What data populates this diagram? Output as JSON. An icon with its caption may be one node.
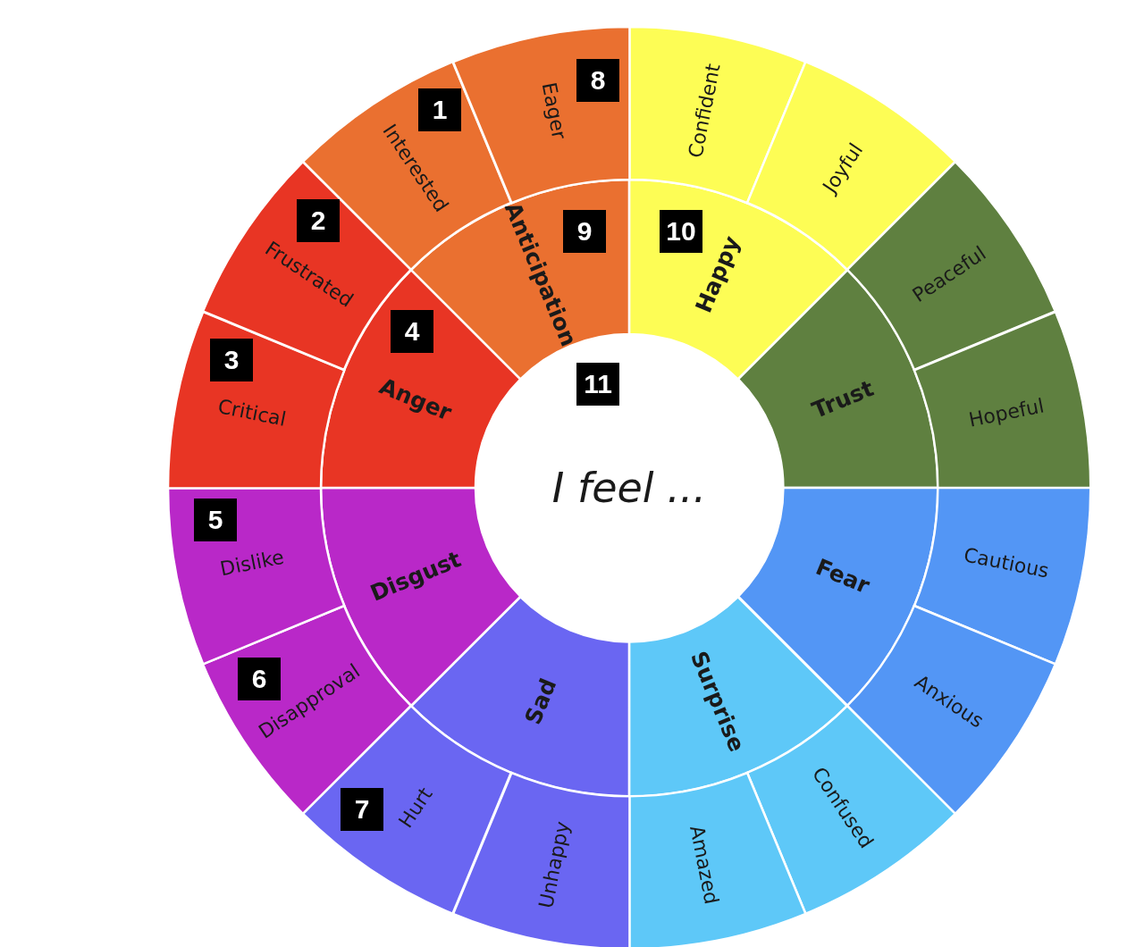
{
  "diagram": {
    "nodes": [
      {
        "text": [
          "I feel ..."
        ]
      },
      {
        "text": [
          "Happy"
        ]
      },
      {
        "text": [
          "Trust"
        ]
      },
      {
        "text": [
          "Fear"
        ]
      },
      {
        "text": [
          "Surprise"
        ]
      },
      {
        "text": [
          "Sad"
        ]
      },
      {
        "text": [
          "Disgust"
        ]
      },
      {
        "text": [
          "Anger"
        ]
      },
      {
        "text": [
          "Anticipation"
        ]
      },
      {
        "text": [
          "Confident"
        ]
      },
      {
        "text": [
          "Joyful"
        ]
      },
      {
        "text": [
          "Peaceful"
        ]
      },
      {
        "text": [
          "Hopeful"
        ]
      },
      {
        "text": [
          "Cautious"
        ]
      },
      {
        "text": [
          "Anxious"
        ]
      },
      {
        "text": [
          "Confused"
        ]
      },
      {
        "text": [
          "Amazed"
        ]
      },
      {
        "text": [
          "Unhappy"
        ]
      },
      {
        "text": [
          "Hurt"
        ]
      },
      {
        "text": [
          "Disapproval"
        ]
      },
      {
        "text": [
          "Dislike"
        ]
      },
      {
        "text": [
          "Critical"
        ]
      },
      {
        "text": [
          "Frustrated"
        ]
      },
      {
        "text": [
          "Interested"
        ]
      },
      {
        "text": [
          "Eager"
        ]
      }
    ],
    "labels": [
      "8",
      "1",
      "2",
      "9",
      "10",
      "4",
      "3",
      "11",
      "5",
      "6",
      "7"
    ]
  }
}
